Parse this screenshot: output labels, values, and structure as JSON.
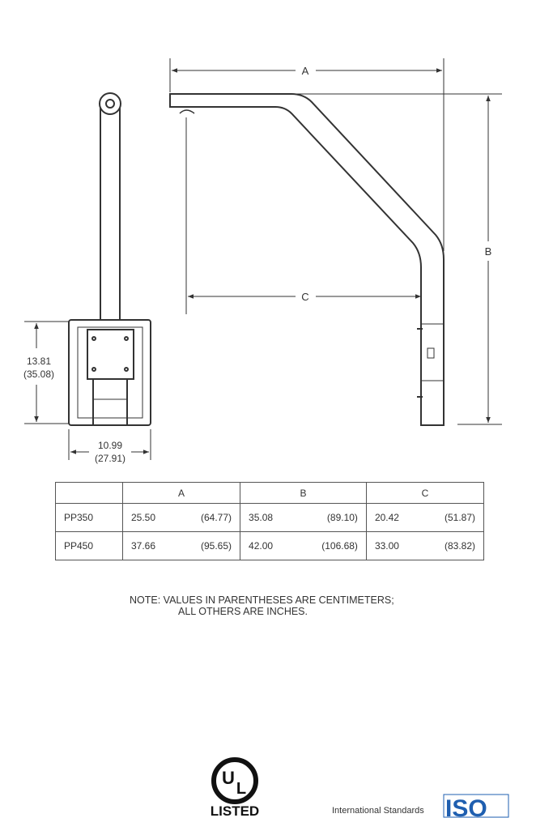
{
  "drawing": {
    "dim_a": "A",
    "dim_b": "B",
    "dim_c": "C",
    "base_height_in": "13.81",
    "base_height_cm": "(35.08)",
    "base_width_in": "10.99",
    "base_width_cm": "(27.91)"
  },
  "table": {
    "headers": [
      "",
      "A",
      "B",
      "C"
    ],
    "rows": [
      {
        "model": "PP350",
        "a_in": "25.50",
        "a_cm": "(64.77)",
        "b_in": "35.08",
        "b_cm": "(89.10)",
        "c_in": "20.42",
        "c_cm": "(51.87)"
      },
      {
        "model": "PP450",
        "a_in": "37.66",
        "a_cm": "(95.65)",
        "b_in": "42.00",
        "b_cm": "(106.68)",
        "c_in": "33.00",
        "c_cm": "(83.82)"
      }
    ]
  },
  "note": {
    "line1": "NOTE:  VALUES IN PARENTHESES ARE CENTIMETERS;",
    "line2": "ALL OTHERS ARE INCHES."
  },
  "logos": {
    "ul": "UL LISTED",
    "iso_caption": "International Standards",
    "iso": "ISO",
    "iso_color": "#1f5fb0"
  }
}
